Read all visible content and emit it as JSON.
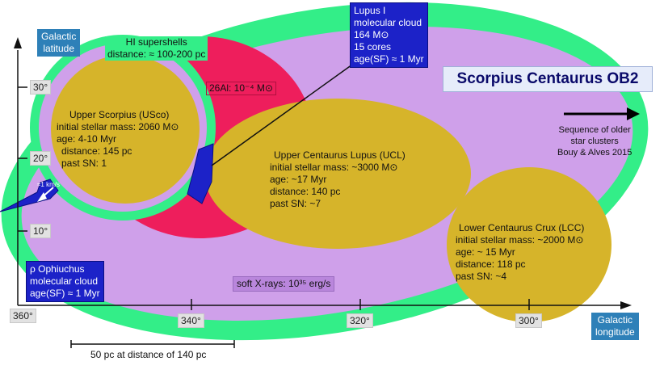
{
  "axis": {
    "y_title_line1": "Galactic",
    "y_title_line2": "latitude",
    "x_title_line1": "Galactic",
    "x_title_line2": "longitude",
    "y_ticks": [
      "30°",
      "20°",
      "10°"
    ],
    "x_ticks": [
      "360°",
      "340°",
      "320°",
      "300°"
    ]
  },
  "title": "Scorpius Centaurus OB2",
  "hi_supershells": {
    "line1": "HI supershells",
    "line2": "distance: ≈ 100-200 pc"
  },
  "al26": "26Al: 10⁻⁴ M⊙",
  "lupus": {
    "line1": "Lupus I",
    "line2": "molecular cloud",
    "line3": "164 M⊙",
    "line4": "15 cores",
    "line5": "age(SF) ≈ 1 Myr"
  },
  "usco": {
    "line1": "Upper Scorpius (USco)",
    "line2": "initial stellar mass: 2060 M⊙",
    "line3": "age: 4-10 Myr",
    "line4": "distance: 145 pc",
    "line5": "past SN: 1"
  },
  "ucl": {
    "line1": "Upper Centaurus Lupus (UCL)",
    "line2": "initial stellar mass: ~3000 M⊙",
    "line3": "age: ~17 Myr",
    "line4": "distance: 140 pc",
    "line5": "past SN: ~7"
  },
  "lcc": {
    "line1": "Lower Centaurus Crux (LCC)",
    "line2": "initial stellar mass: ~2000 M⊙",
    "line3": "age: ~ 15 Myr",
    "line4": "distance: 118 pc",
    "line5": "past SN: ~4"
  },
  "sequence": {
    "line1": "Sequence of older",
    "line2": "star clusters",
    "line3": "Bouy & Alves 2015"
  },
  "xrays": "soft X-rays: 10³⁵ erg/s",
  "ophiuchus": {
    "line1": "ρ Ophiuchus",
    "line2": "molecular cloud",
    "line3": "age(SF) ≈ 1 Myr"
  },
  "velocity": "≈1 km/s",
  "scale_bar": "50 pc at distance of 140 pc",
  "colors": {
    "outer_ring": "#33ee88",
    "purple_region": "#cfa0ea",
    "red_region": "#ee1e5c",
    "cluster_fill": "#d6b42a",
    "blue_box": "#1c22c8",
    "teal_box": "#2e80b8"
  }
}
